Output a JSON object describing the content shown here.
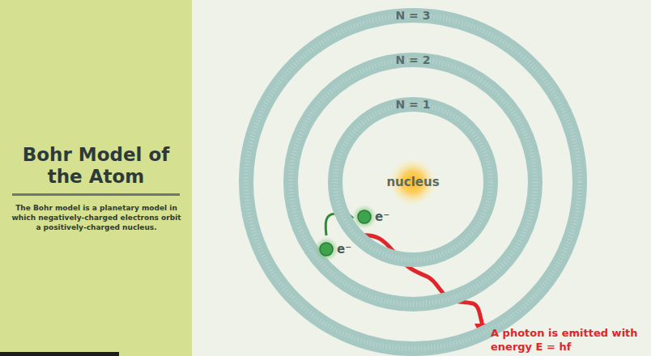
{
  "diagram": {
    "title": "Bohr Model of the Atom",
    "caption": "The Bohr model is a planetary model in which negatively-charged electrons orbit a positively-charged nucleus.",
    "nodes": [
      {
        "text": [
          "N = 3"
        ]
      },
      {
        "text": [
          "N = 2"
        ],
        "in": 0
      },
      {
        "text": [
          "N = 1"
        ],
        "in": 1
      },
      {
        "text": [
          "nucleus"
        ],
        "in": 2
      },
      {
        "text": [
          "e⁻"
        ]
      },
      {
        "text": [
          "e⁻"
        ]
      }
    ],
    "edges": [
      {
        "from": 5,
        "to": 4,
        "arrow": "to"
      }
    ],
    "labels": [
      "A photon is emitted with energy E = hf"
    ]
  }
}
